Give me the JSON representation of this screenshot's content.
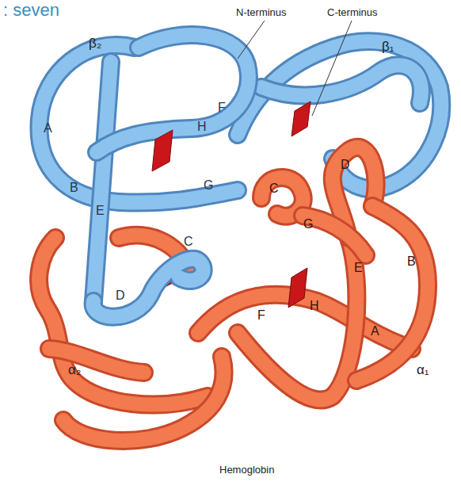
{
  "diagram": {
    "caption": "Hemoglobin",
    "labels": [
      ": seven",
      "N-terminus",
      "C-terminus",
      "β₂",
      "β₁",
      "A",
      "F",
      "H",
      "D",
      "B",
      "E",
      "G",
      "C",
      "G",
      "C",
      "E",
      "B",
      "D",
      "H",
      "F",
      "A",
      "α₂",
      "α₁"
    ]
  }
}
